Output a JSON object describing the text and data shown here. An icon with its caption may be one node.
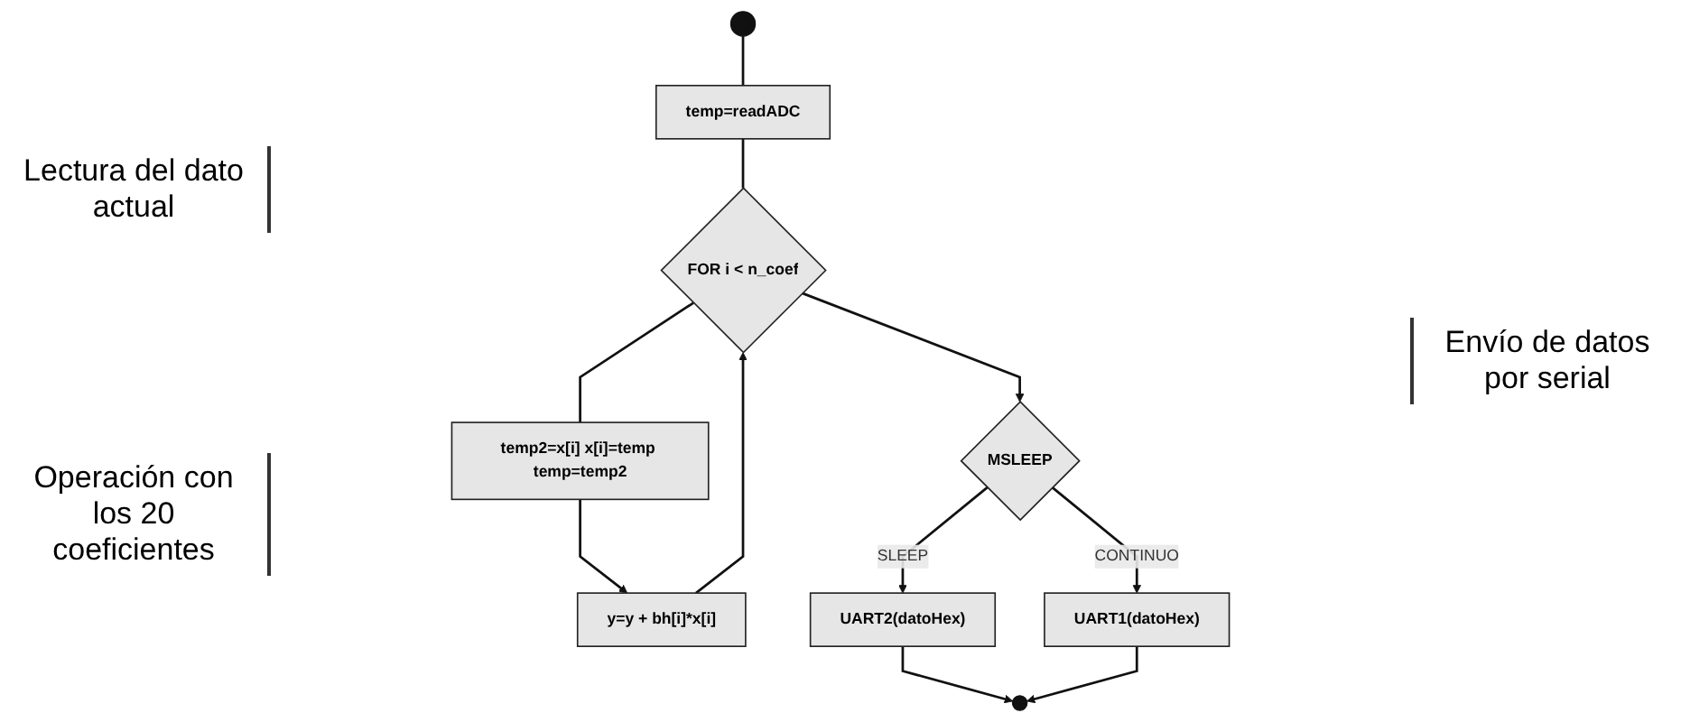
{
  "diagram": {
    "nodes": [
      {
        "text": [],
        "shape": "circle"
      },
      {
        "text": [
          "temp=readADC"
        ]
      },
      {
        "text": [
          "FOR i < n_coef"
        ]
      },
      {
        "text": [
          "temp2=x[i] x[i]=temp temp=temp2"
        ]
      },
      {
        "text": [
          "y=y + bh[i]*x[i]"
        ]
      },
      {
        "text": [
          "MSLEEP"
        ]
      },
      {
        "text": [
          "UART2(datoHex)"
        ]
      },
      {
        "text": [
          "UART1(datoHex)"
        ]
      },
      {
        "text": [],
        "shape": "circle"
      }
    ],
    "edges": [
      {
        "from": 0,
        "to": 1,
        "arrow": "none"
      },
      {
        "from": 1,
        "to": 2,
        "arrow": "none"
      },
      {
        "from": 2,
        "to": 3,
        "arrow": "none"
      },
      {
        "from": 3,
        "to": 4,
        "arrow": "to"
      },
      {
        "from": 4,
        "to": 2,
        "arrow": "to"
      },
      {
        "from": 2,
        "to": 5,
        "arrow": "to"
      },
      {
        "from": 5,
        "to": 6,
        "label": "SLEEP",
        "arrow": "to"
      },
      {
        "from": 5,
        "to": 7,
        "label": "CONTINUO",
        "arrow": "to"
      },
      {
        "from": 6,
        "to": 8,
        "arrow": "to"
      },
      {
        "from": 7,
        "to": 8,
        "arrow": "to"
      }
    ],
    "labels": [
      "Lectura del dato actual",
      "Operación con los 20 coeficientes",
      "Envío de datos por serial"
    ]
  }
}
